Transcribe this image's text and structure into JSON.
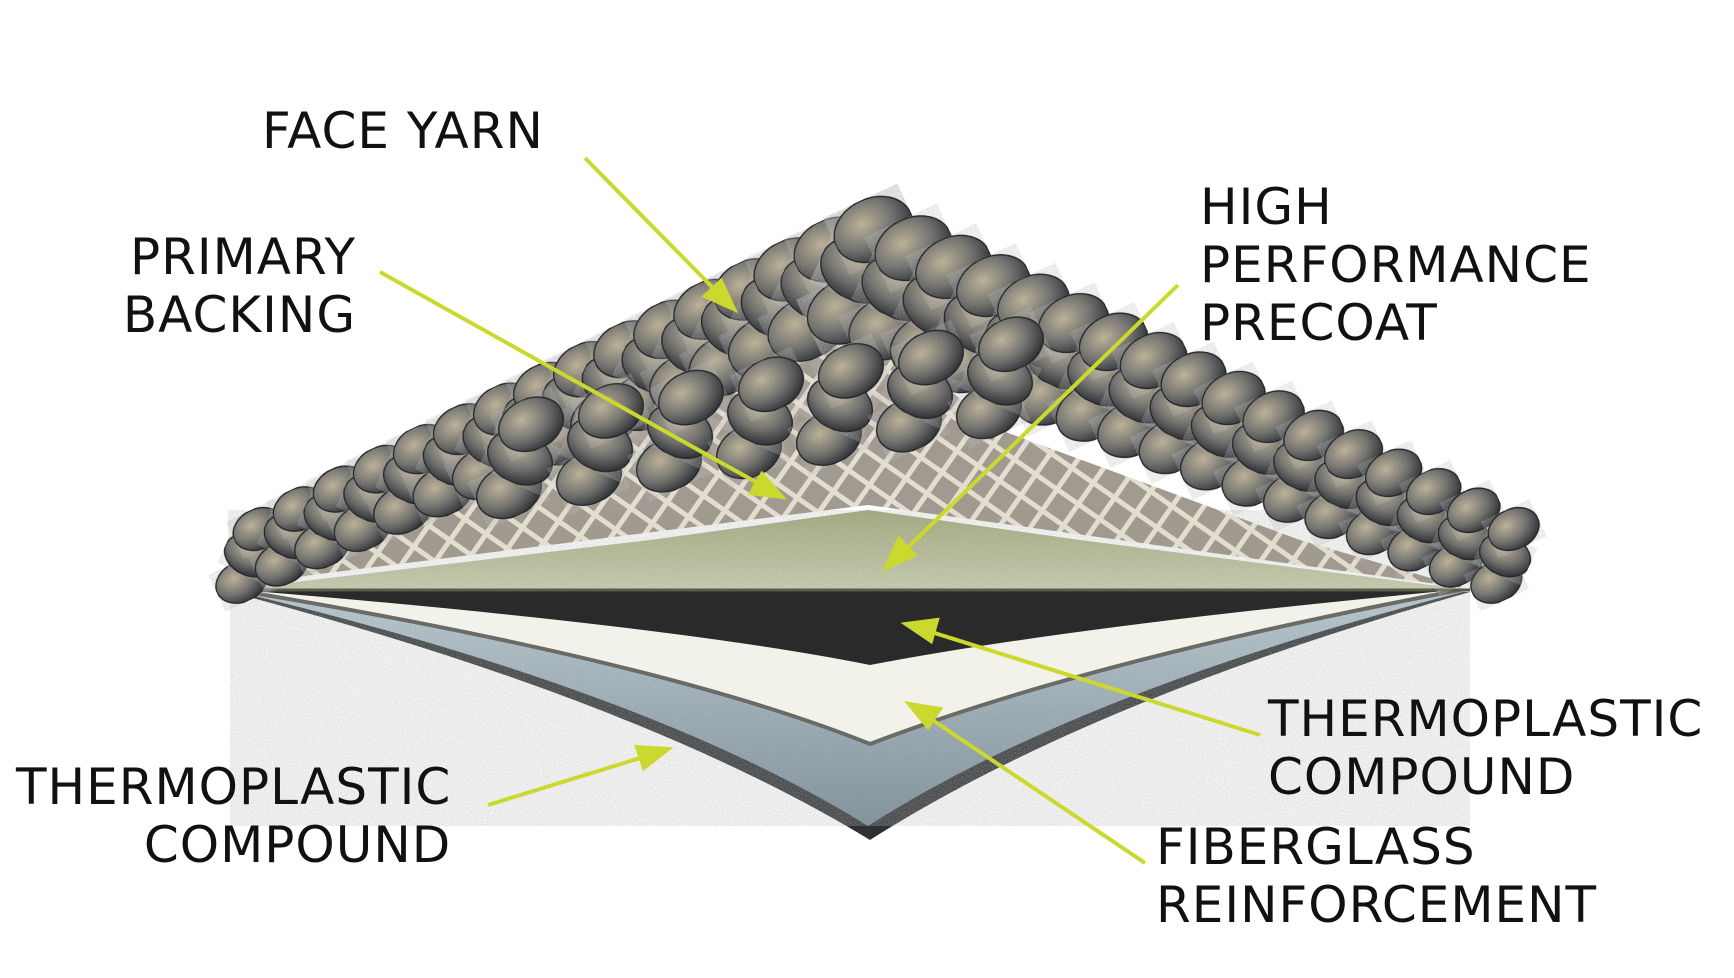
{
  "labels": {
    "face_yarn": [
      "FACE YARN"
    ],
    "primary_backing": [
      "PRIMARY",
      "BACKING"
    ],
    "precoat": [
      "HIGH",
      "PERFORMANCE",
      "PRECOAT"
    ],
    "thermoplastic_right": [
      "THERMOPLASTIC",
      "COMPOUND"
    ],
    "fiberglass": [
      "FIBERGLASS",
      "REINFORCEMENT"
    ],
    "thermoplastic_left": [
      "THERMOPLASTIC",
      "COMPOUND"
    ]
  },
  "colors": {
    "leader": "#cbd92e",
    "text": "#111111",
    "precoat": "#c2c7a4",
    "thermo_top": "#2b2b2b",
    "fiberglass": "#f4f4ee",
    "thermo_bottom": "#a6b4bd",
    "yarn_dark": "#4f5257",
    "yarn_light": "#b7aa8c",
    "backing_grid": "#d8d2c2"
  }
}
